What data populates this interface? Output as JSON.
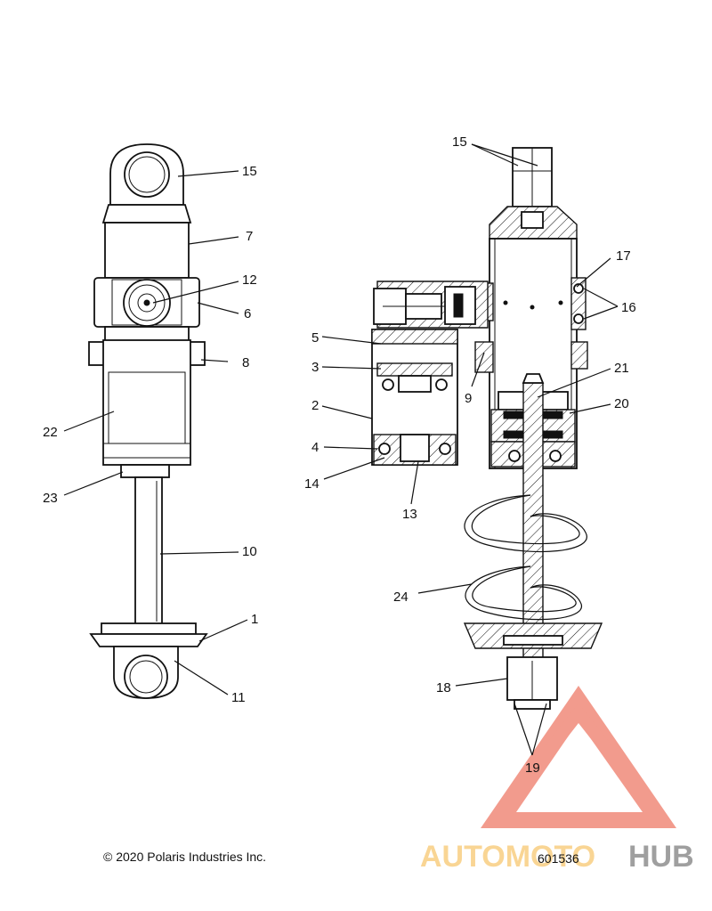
{
  "callouts": [
    {
      "id": "c15a",
      "text": "15"
    },
    {
      "id": "c7",
      "text": "7"
    },
    {
      "id": "c12",
      "text": "12"
    },
    {
      "id": "c6",
      "text": "6"
    },
    {
      "id": "c8",
      "text": "8"
    },
    {
      "id": "c22",
      "text": "22"
    },
    {
      "id": "c23",
      "text": "23"
    },
    {
      "id": "c10",
      "text": "10"
    },
    {
      "id": "c1",
      "text": "1"
    },
    {
      "id": "c11",
      "text": "11"
    },
    {
      "id": "c15b",
      "text": "15"
    },
    {
      "id": "c17",
      "text": "17"
    },
    {
      "id": "c16",
      "text": "16"
    },
    {
      "id": "c5",
      "text": "5"
    },
    {
      "id": "c3",
      "text": "3"
    },
    {
      "id": "c9",
      "text": "9"
    },
    {
      "id": "c21",
      "text": "21"
    },
    {
      "id": "c2",
      "text": "2"
    },
    {
      "id": "c20",
      "text": "20"
    },
    {
      "id": "c4",
      "text": "4"
    },
    {
      "id": "c14",
      "text": "14"
    },
    {
      "id": "c13",
      "text": "13"
    },
    {
      "id": "c24",
      "text": "24"
    },
    {
      "id": "c18",
      "text": "18"
    },
    {
      "id": "c19",
      "text": "19"
    }
  ],
  "footer": {
    "copyright": "© 2020 Polaris Industries Inc.",
    "diagram_number": "601536"
  },
  "watermark": {
    "brand_part1": "AUTOMOTO",
    "brand_part2": "HUB",
    "color_primary": "#f08a7a",
    "color_accent": "#f7c56b",
    "color_secondary": "#7a7a7a"
  }
}
